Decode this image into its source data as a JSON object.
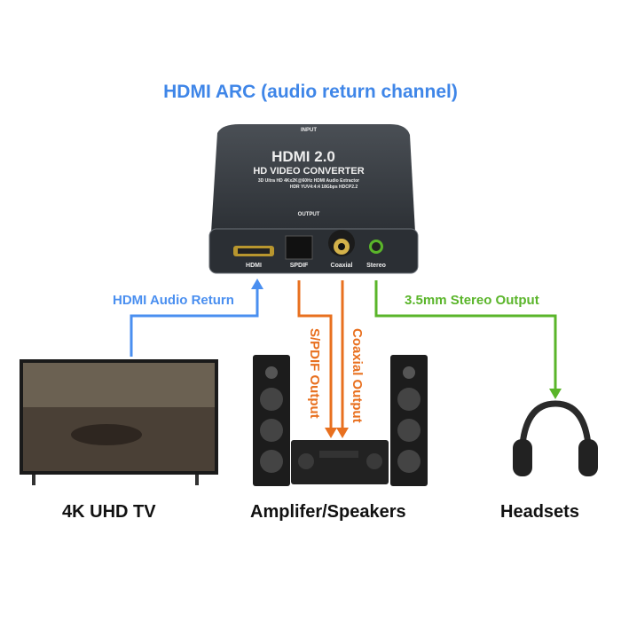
{
  "title": "HDMI ARC (audio return channel)",
  "device": {
    "input_label": "INPUT",
    "brand": "HDMI 2.0",
    "name": "HD VIDEO CONVERTER",
    "spec_line1": "3D Ultra HD 4Kx2K@60Hz HDMI Audio Extractor",
    "spec_line2": "HDR YUV4:4:4 18Gbps HDCP2.2",
    "output_label": "OUTPUT",
    "ports": [
      "HDMI",
      "SPDIF",
      "Coaxial",
      "Stereo"
    ]
  },
  "connections": {
    "hdmi_return": {
      "label": "HDMI Audio Return",
      "color": "#4a8ff0"
    },
    "spdif": {
      "label": "S/PDIF Output",
      "color": "#e8701f"
    },
    "coaxial": {
      "label": "Coaxial Output",
      "color": "#e8701f"
    },
    "stereo": {
      "label": "3.5mm Stereo Output",
      "color": "#5ab52a"
    }
  },
  "devices": {
    "tv": "4K UHD TV",
    "amp": "Amplifer/Speakers",
    "headset": "Headsets"
  }
}
